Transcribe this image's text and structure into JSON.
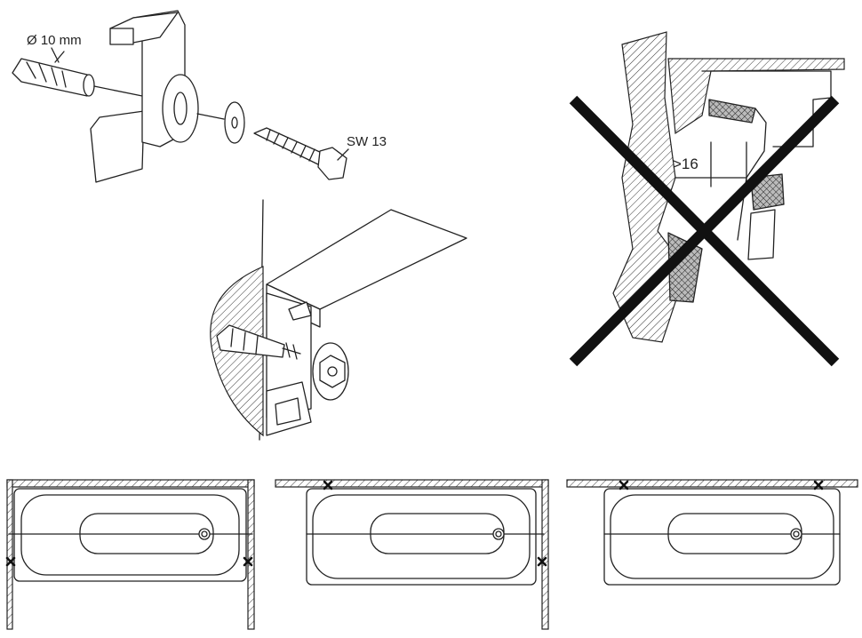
{
  "exploded_view": {
    "dowel_diameter_label": "Ø 10 mm",
    "wrench_size_label": "SW 13"
  },
  "incorrect_mounting": {
    "gap_label": ">16"
  },
  "colors": {
    "line": "#222222",
    "cross": "#111111",
    "background": "#ffffff"
  }
}
